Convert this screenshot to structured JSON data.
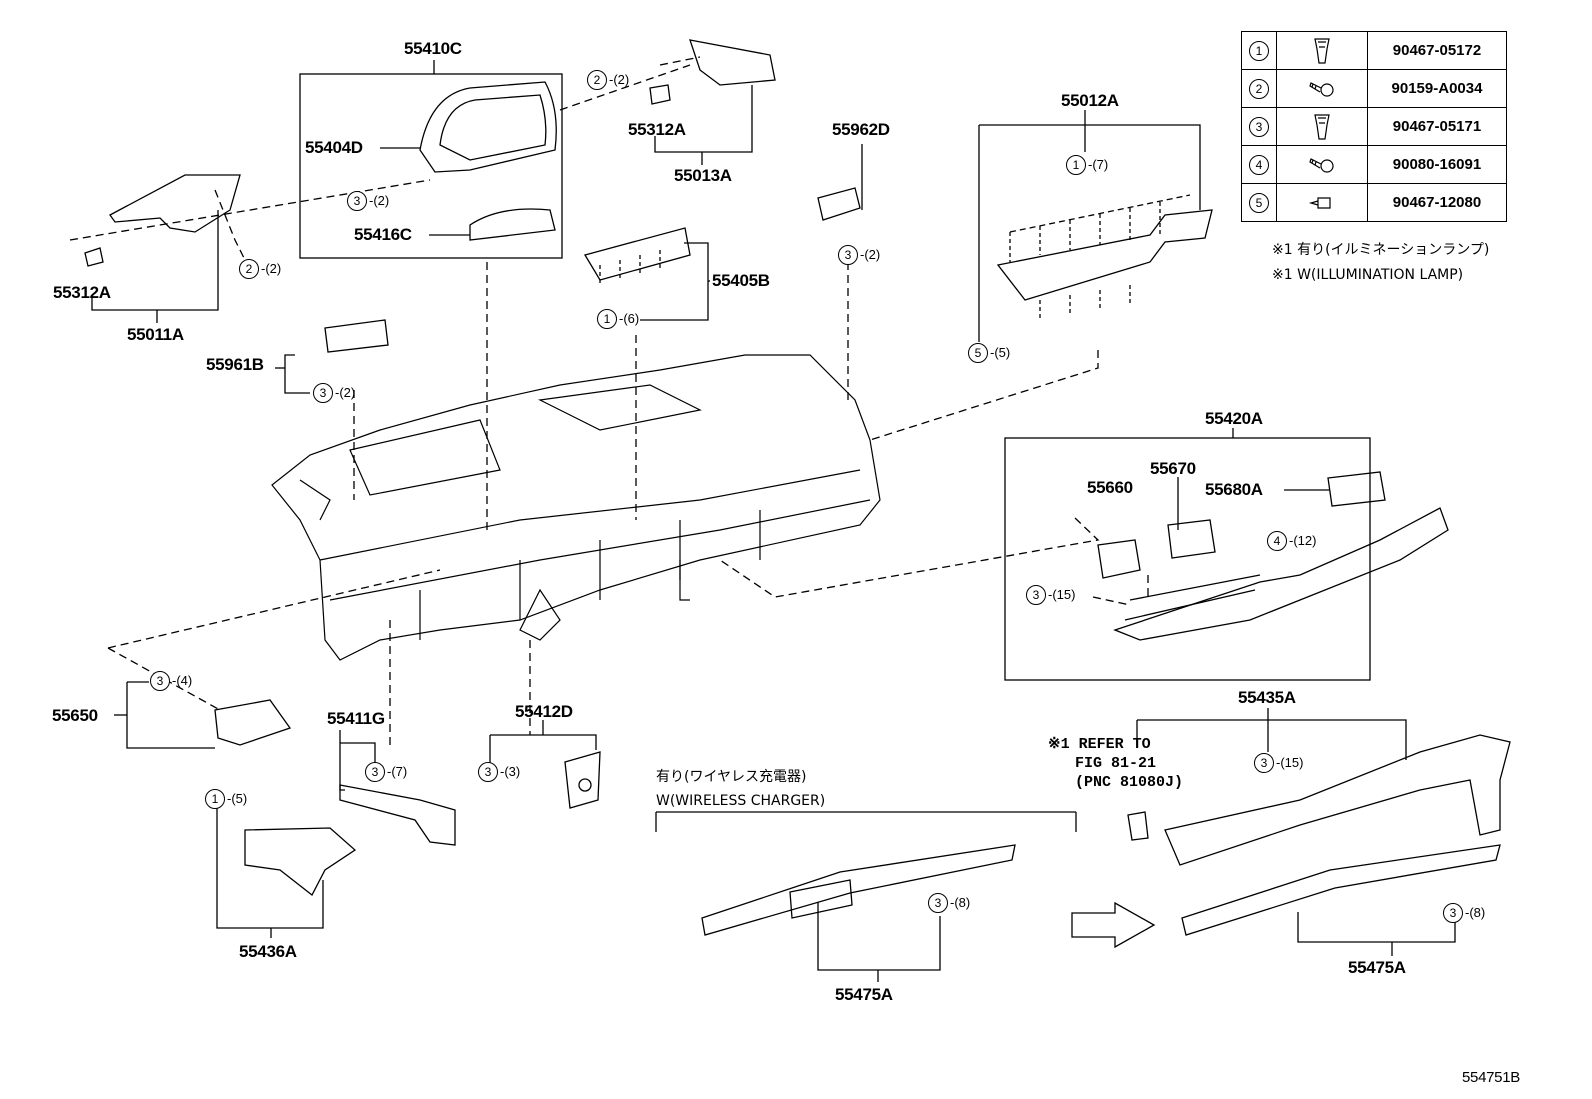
{
  "labels": {
    "p55410C": "55410C",
    "p55404D": "55404D",
    "p55416C": "55416C",
    "p55312A_top": "55312A",
    "p55013A": "55013A",
    "p55312A_left": "55312A",
    "p55011A": "55011A",
    "p55962D": "55962D",
    "p55405B": "55405B",
    "p55012A": "55012A",
    "p55961B": "55961B",
    "p55420A": "55420A",
    "p55660": "55660",
    "p55670": "55670",
    "p55680A": "55680A",
    "p55650": "55650",
    "p55411G": "55411G",
    "p55412D": "55412D",
    "p55436A": "55436A",
    "p55435A": "55435A",
    "p55475A_left": "55475A",
    "p55475A_right": "55475A",
    "figure_code": "554751B"
  },
  "fastener_table": [
    {
      "no": "1",
      "icon": "clip-icon",
      "part": "90467-05172"
    },
    {
      "no": "2",
      "icon": "screw-icon",
      "part": "90159-A0034"
    },
    {
      "no": "3",
      "icon": "clip-icon",
      "part": "90467-05171"
    },
    {
      "no": "4",
      "icon": "screw-icon",
      "part": "90080-16091"
    },
    {
      "no": "5",
      "icon": "pin-icon",
      "part": "90467-12080"
    }
  ],
  "notes": {
    "illum_jp": "※1 有り(イルミネーションランプ)",
    "illum_en": "※1 W(ILLUMINATION LAMP)",
    "charger_jp": "有り(ワイヤレス充電器)",
    "charger_en": "W(WIRELESS CHARGER)",
    "refer": "※1 REFER TO\n   FIG 81-21\n   (PNC 81080J)"
  },
  "callouts": {
    "c1": {
      "no": "2",
      "qty": "-(2)"
    },
    "c2": {
      "no": "3",
      "qty": "-(2)"
    },
    "c3": {
      "no": "2",
      "qty": "-(2)"
    },
    "c4": {
      "no": "3",
      "qty": "-(2)"
    },
    "c5": {
      "no": "1",
      "qty": "-(6)"
    },
    "c6": {
      "no": "1",
      "qty": "-(7)"
    },
    "c7": {
      "no": "5",
      "qty": "-(5)"
    },
    "c8": {
      "no": "3",
      "qty": "-(2)"
    },
    "c9": {
      "no": "4",
      "qty": "-(12)"
    },
    "c10": {
      "no": "3",
      "qty": "-(15)"
    },
    "c11": {
      "no": "3",
      "qty": "-(4)"
    },
    "c12": {
      "no": "3",
      "qty": "-(7)"
    },
    "c13": {
      "no": "3",
      "qty": "-(3)"
    },
    "c14": {
      "no": "1",
      "qty": "-(5)"
    },
    "c15": {
      "no": "3",
      "qty": "-(15)"
    },
    "c16": {
      "no": "3",
      "qty": "-(8)"
    },
    "c17": {
      "no": "3",
      "qty": "-(8)"
    }
  }
}
